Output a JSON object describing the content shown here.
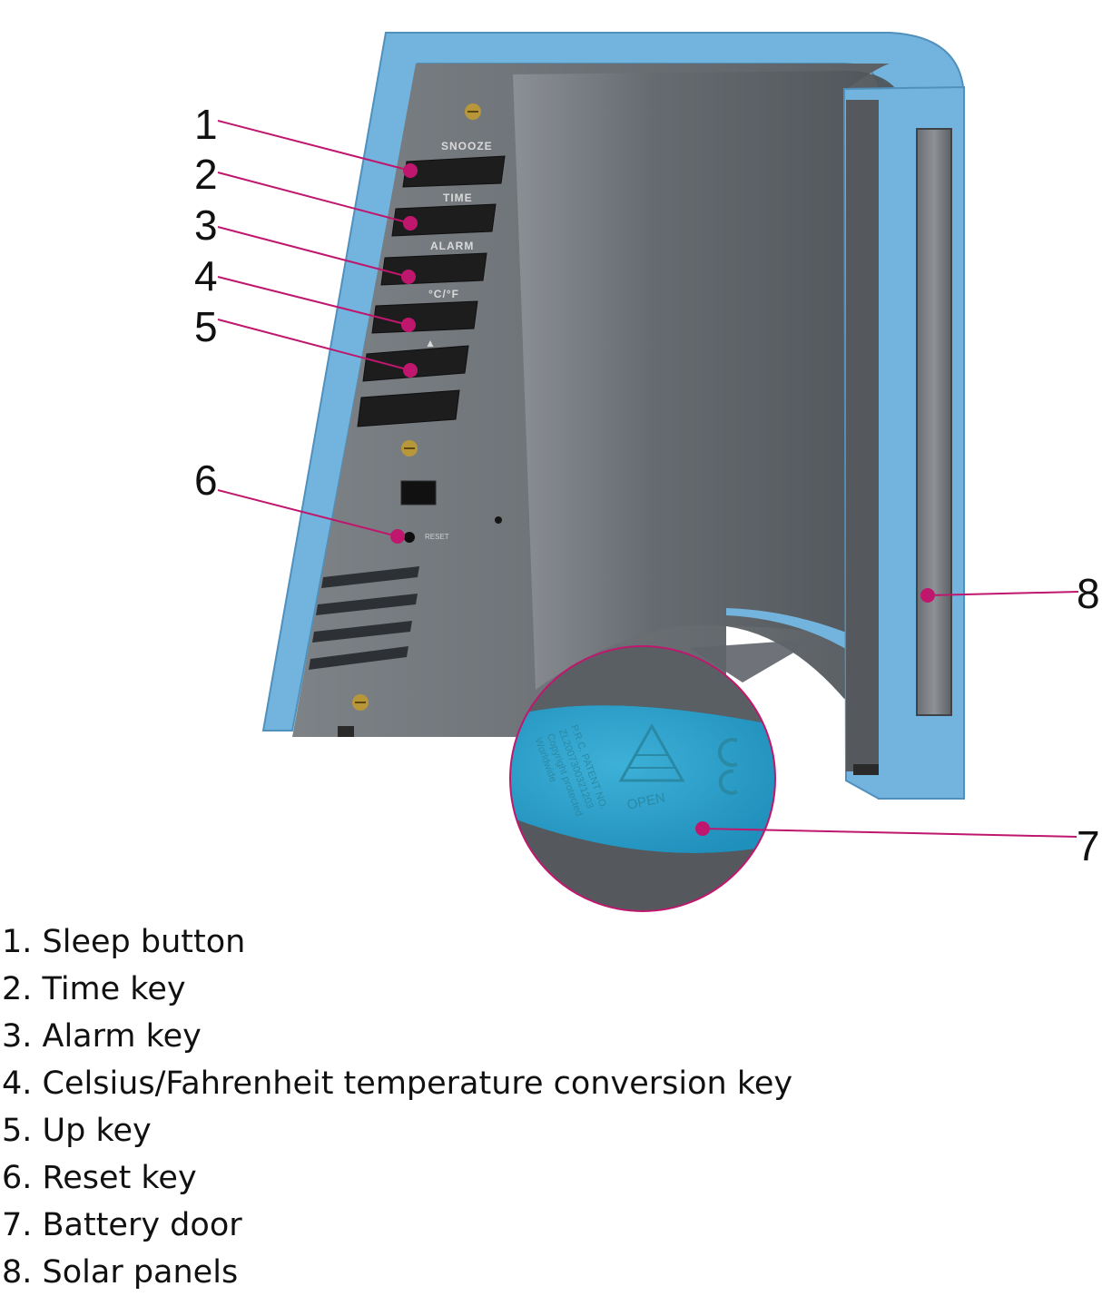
{
  "device": {
    "colors": {
      "frame": "#72b4dd",
      "frame_edge": "#4f90bd",
      "panel": "#5f646a",
      "panel_light": "#8a8f94",
      "key": "#1d1d1d",
      "leader": "#c0176e"
    },
    "key_labels": [
      "SNOOZE",
      "TIME",
      "ALARM",
      "°C/°F",
      "▲"
    ],
    "reset_label": "RESET",
    "battery_door": {
      "open_text": "OPEN",
      "patent_lines": [
        "P.R.C. PATENT NO.",
        "ZL2007300321203",
        "Copyright protected",
        "Worldwide"
      ]
    }
  },
  "callouts": [
    {
      "num": "1"
    },
    {
      "num": "2"
    },
    {
      "num": "3"
    },
    {
      "num": "4"
    },
    {
      "num": "5"
    },
    {
      "num": "6"
    },
    {
      "num": "7"
    },
    {
      "num": "8"
    }
  ],
  "legend": [
    "1. Sleep button",
    "2. Time key",
    "3. Alarm key",
    "4. Celsius/Fahrenheit temperature conversion key",
    "5. Up key",
    "6. Reset key",
    "7. Battery door",
    "8. Solar panels"
  ]
}
